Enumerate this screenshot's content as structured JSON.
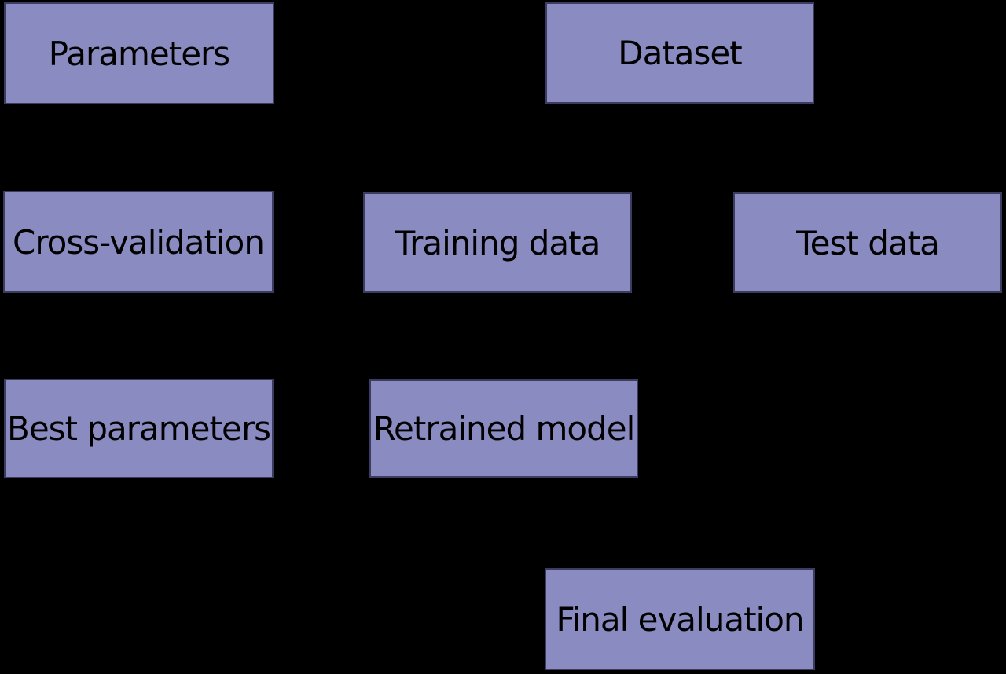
{
  "colors": {
    "background": "#000000",
    "box_fill": "#8a8bc1",
    "box_border": "#3c3c60",
    "box_text": "#000000"
  },
  "diagram": {
    "description": "Model selection workflow with cross-validation",
    "boxes": [
      {
        "id": "parameters",
        "label": "Parameters"
      },
      {
        "id": "dataset",
        "label": "Dataset"
      },
      {
        "id": "cross-validation",
        "label": "Cross-validation"
      },
      {
        "id": "training-data",
        "label": "Training data"
      },
      {
        "id": "test-data",
        "label": "Test data"
      },
      {
        "id": "best-parameters",
        "label": "Best parameters"
      },
      {
        "id": "retrained-model",
        "label": "Retrained model"
      },
      {
        "id": "final-evaluation",
        "label": "Final evaluation"
      }
    ]
  }
}
